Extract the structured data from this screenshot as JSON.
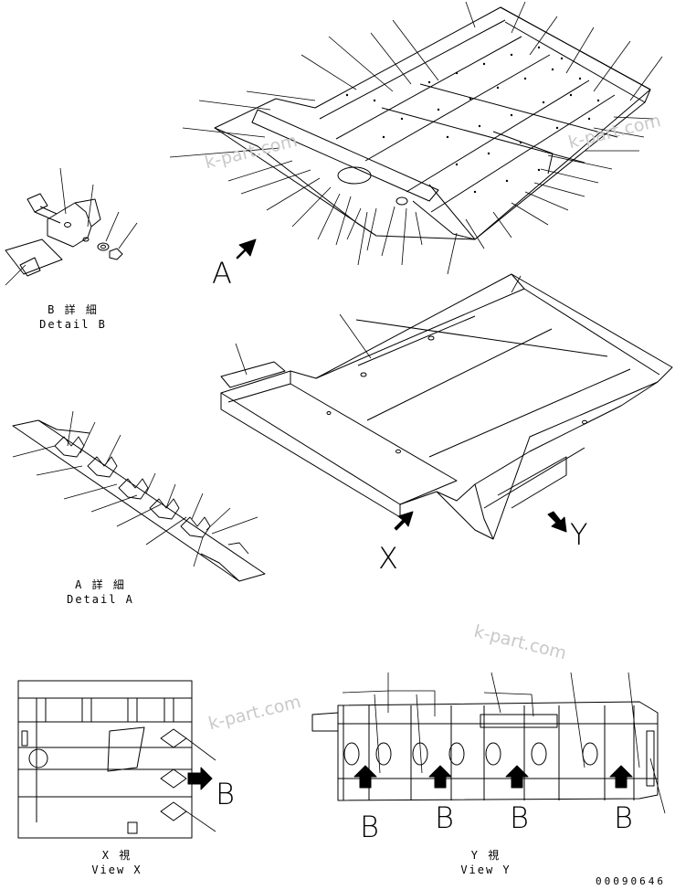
{
  "captions": {
    "detail_b": {
      "jp": "B 詳 細",
      "en": "Detail B"
    },
    "detail_a": {
      "jp": "A 詳 細",
      "en": "Detail A"
    },
    "view_x": {
      "jp": "X 視",
      "en": "View X"
    },
    "view_y": {
      "jp": "Y 視",
      "en": "View Y"
    }
  },
  "view_letters": {
    "a": "A",
    "x": "X",
    "y": "Y",
    "b": "B"
  },
  "watermark": "k-part.com",
  "drawing_code": "00090646",
  "colors": {
    "line": "#000000",
    "watermark": "#c9c9c9"
  }
}
